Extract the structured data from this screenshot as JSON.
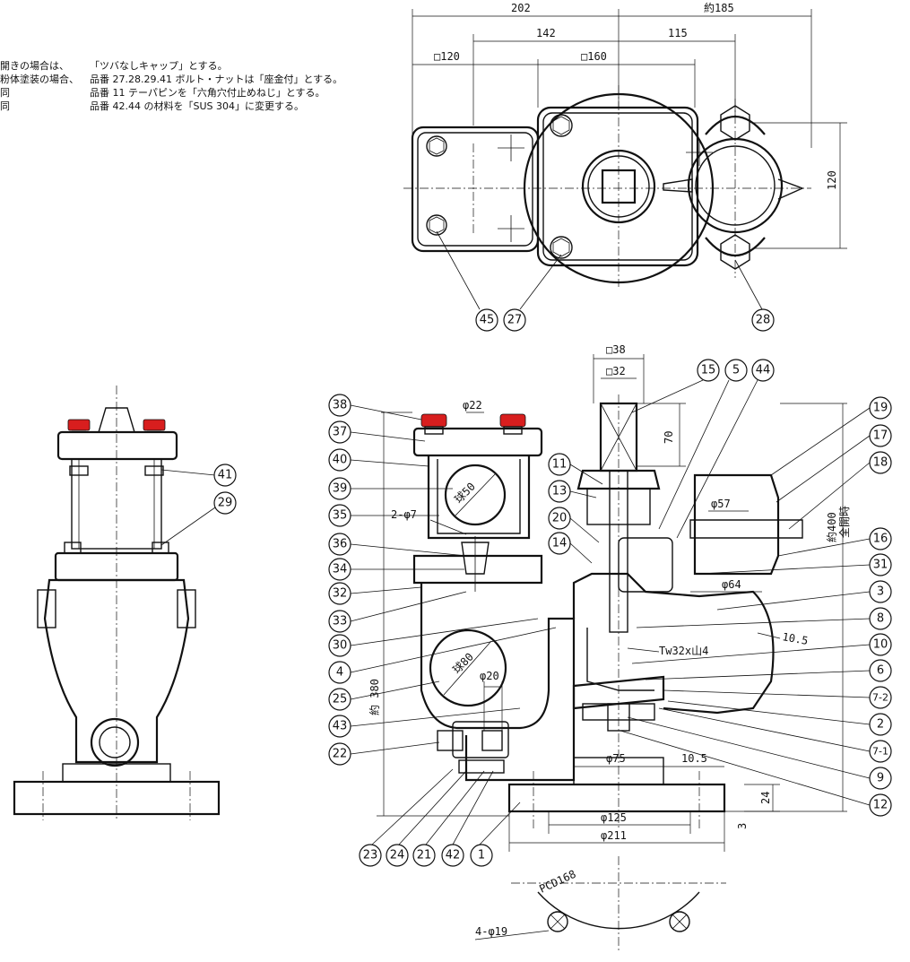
{
  "notes": [
    {
      "c1": "開きの場合は、",
      "c2": "「ツバなしキャップ」とする。"
    },
    {
      "c1": "粉体塗装の場合、",
      "c2": "品番 27.28.29.41 ボルト・ナットは「座金付」とする。"
    },
    {
      "c1": "同",
      "c2": "品番 11 テーパピンを「六角穴付止めねじ」とする。"
    },
    {
      "c1": "同",
      "c2": "品番 42.44 の材料を「SUS 304」に変更する。"
    }
  ],
  "top_view": {
    "dims": {
      "d202": "202",
      "d185": "約185",
      "d142": "142",
      "d115": "115",
      "sq120": "□120",
      "sq160": "□160",
      "v120": "120"
    },
    "balloons": [
      "45",
      "27",
      "28"
    ]
  },
  "section_view": {
    "dims": {
      "sq38": "□38",
      "sq32": "□32",
      "d70": "70",
      "phi22": "φ22",
      "phi50": "球50",
      "hole": "2-φ7",
      "phi57": "φ57",
      "h400": "約400",
      "h400b": "全開時",
      "phi64": "φ64",
      "r105": "10.5",
      "thread": "Tw32x山4",
      "ball80": "球80",
      "phi20": "φ20",
      "h380": "約 380",
      "phi75": "φ75",
      "r105b": "10.5",
      "d24": "24",
      "d3": "3",
      "phi125": "φ125",
      "phi211": "φ211",
      "pcd": "PCD168",
      "holes": "4-φ19"
    },
    "balloons_left": [
      "38",
      "37",
      "40",
      "39",
      "35",
      "36",
      "34",
      "32",
      "33",
      "30",
      "4",
      "25",
      "43",
      "22"
    ],
    "balloons_bottom": [
      "23",
      "24",
      "21",
      "42",
      "1"
    ],
    "balloons_top": [
      "15",
      "5",
      "44",
      "11",
      "13",
      "20",
      "14"
    ],
    "balloons_right": [
      "19",
      "17",
      "18",
      "16",
      "31",
      "3",
      "8",
      "10",
      "6",
      "7-2",
      "2",
      "7-1",
      "9",
      "12"
    ]
  },
  "side_view": {
    "balloons": [
      "41",
      "29"
    ]
  },
  "colors": {
    "nut": "#d81e1e",
    "line": "#111111"
  }
}
